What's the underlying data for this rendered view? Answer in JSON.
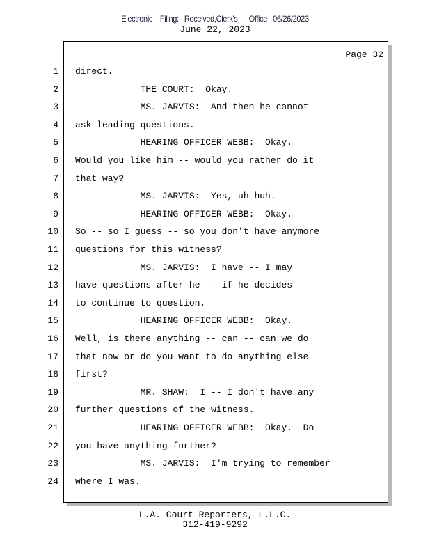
{
  "header": {
    "filing_stamp": "Electronic    Filing:   Received,Clerk's      Office   06/26/2023",
    "date": "June 22, 2023"
  },
  "page_label": "Page 32",
  "lines": [
    {
      "n": "1",
      "text": "direct."
    },
    {
      "n": "2",
      "text": "            THE COURT:  Okay."
    },
    {
      "n": "3",
      "text": "            MS. JARVIS:  And then he cannot"
    },
    {
      "n": "4",
      "text": "ask leading questions."
    },
    {
      "n": "5",
      "text": "            HEARING OFFICER WEBB:  Okay."
    },
    {
      "n": "6",
      "text": "Would you like him -- would you rather do it"
    },
    {
      "n": "7",
      "text": "that way?"
    },
    {
      "n": "8",
      "text": "            MS. JARVIS:  Yes, uh-huh."
    },
    {
      "n": "9",
      "text": "            HEARING OFFICER WEBB:  Okay."
    },
    {
      "n": "10",
      "text": "So -- so I guess -- so you don't have anymore"
    },
    {
      "n": "11",
      "text": "questions for this witness?"
    },
    {
      "n": "12",
      "text": "            MS. JARVIS:  I have -- I may"
    },
    {
      "n": "13",
      "text": "have questions after he -- if he decides"
    },
    {
      "n": "14",
      "text": "to continue to question."
    },
    {
      "n": "15",
      "text": "            HEARING OFFICER WEBB:  Okay."
    },
    {
      "n": "16",
      "text": "Well, is there anything -- can -- can we do"
    },
    {
      "n": "17",
      "text": "that now or do you want to do anything else"
    },
    {
      "n": "18",
      "text": "first?"
    },
    {
      "n": "19",
      "text": "            MR. SHAW:  I -- I don't have any"
    },
    {
      "n": "20",
      "text": "further questions of the witness."
    },
    {
      "n": "21",
      "text": "            HEARING OFFICER WEBB:  Okay.  Do"
    },
    {
      "n": "22",
      "text": "you have anything further?"
    },
    {
      "n": "23",
      "text": "            MS. JARVIS:  I'm trying to remember"
    },
    {
      "n": "24",
      "text": "where I was."
    }
  ],
  "footer": {
    "company": "L.A. Court Reporters, L.L.C.",
    "phone": "312-419-9292"
  }
}
